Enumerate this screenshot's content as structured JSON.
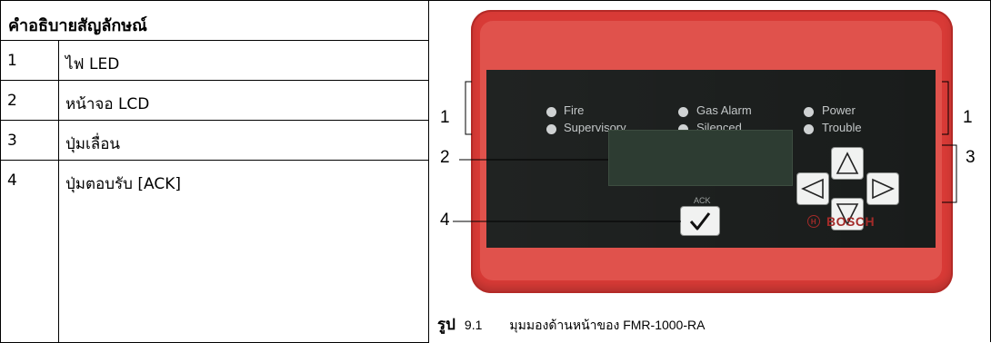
{
  "legend": {
    "title": "คำอธิบายสัญลักษณ์",
    "rows": [
      {
        "num": "1",
        "label": "ไฟ LED"
      },
      {
        "num": "2",
        "label": "หน้าจอ LCD"
      },
      {
        "num": "3",
        "label": "ปุ่มเลื่อน"
      },
      {
        "num": "4",
        "label": "ปุ่มตอบรับ [ACK]"
      }
    ]
  },
  "device": {
    "leds": [
      "Fire",
      "Supervisory",
      "Gas Alarm",
      "Silenced",
      "Power",
      "Trouble"
    ],
    "ack_label": "ACK",
    "ack_icon": "checkmark-icon",
    "brand": "BOSCH",
    "body_color": "#d83a36",
    "panel_color": "#191c1b",
    "lcd_color": "#2d3c32"
  },
  "callouts": {
    "left_leds": "1",
    "right_leds": "1",
    "lcd": "2",
    "nav": "3",
    "ack": "4"
  },
  "caption": {
    "prefix": "รูป",
    "number": "9.1",
    "text": "มุมมองด้านหน้าของ FMR-1000-RA"
  }
}
